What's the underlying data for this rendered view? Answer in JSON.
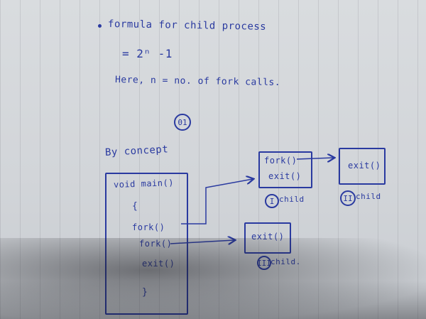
{
  "notes": {
    "line1": "formula for child process",
    "line2": "= 2ⁿ -1",
    "line3": "Here, n = no. of fork calls.",
    "marker": "01",
    "concept": "By concept"
  },
  "main_block": {
    "lines": [
      "void main()",
      "{",
      "fork()",
      "fork()",
      "exit()",
      "}"
    ]
  },
  "child1": {
    "lines": [
      "fork()",
      "exit()"
    ],
    "label_num": "I",
    "label": "child"
  },
  "child2": {
    "lines": [
      "exit()"
    ],
    "label_num": "II",
    "label": "child"
  },
  "child3": {
    "lines": [
      "exit()"
    ],
    "label_num": "III",
    "label": "child."
  },
  "colors": {
    "ink": "#2a3aa0",
    "paper": "#d6d9dd"
  }
}
